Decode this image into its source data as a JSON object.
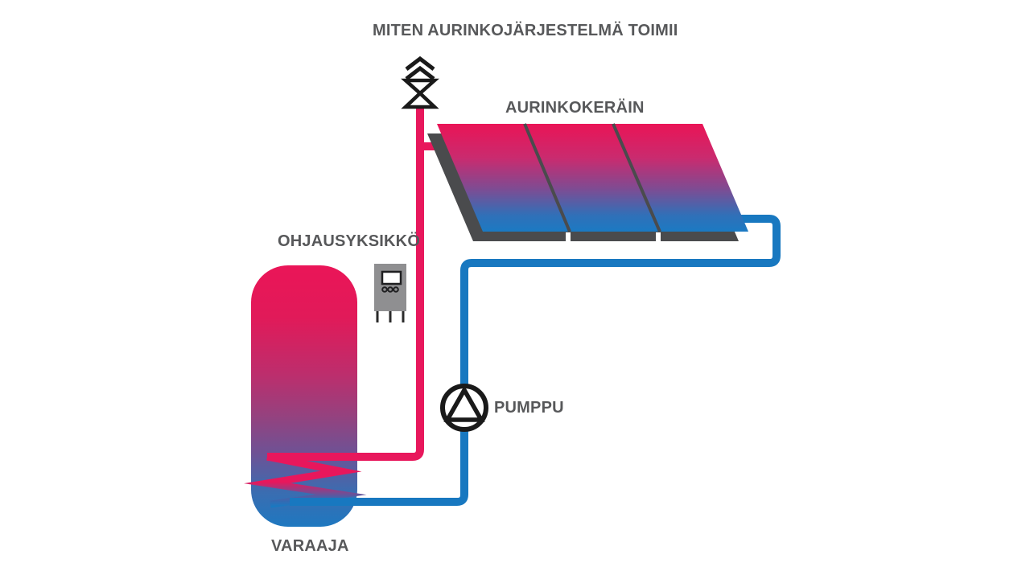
{
  "title": "MITEN AURINKOJÄRJESTELMÄ TOIMII",
  "labels": {
    "collector": "AURINKOKERÄIN",
    "control_unit": "OHJAUSYKSIKKÖ",
    "pump": "PUMPPU",
    "tank": "VARAAJA"
  },
  "colors": {
    "hot_pipe_red": "#E8175C",
    "cold_pipe_blue": "#1878C0",
    "gradient_mid_purple": "#8A4489",
    "panel_edge_gray": "#4A4B4D",
    "label_gray": "#57585A",
    "control_box_gray": "#8F8F91",
    "symbol_black": "#1A1A1A",
    "background": "#FFFFFF"
  },
  "diagram": {
    "type": "solar-thermal-system-schematic",
    "panel_count": 3,
    "components": [
      "air-vent-valve",
      "solar-collector",
      "control-unit",
      "pump",
      "storage-tank",
      "heat-exchanger-coil",
      "hot-pipe",
      "cold-pipe"
    ]
  }
}
